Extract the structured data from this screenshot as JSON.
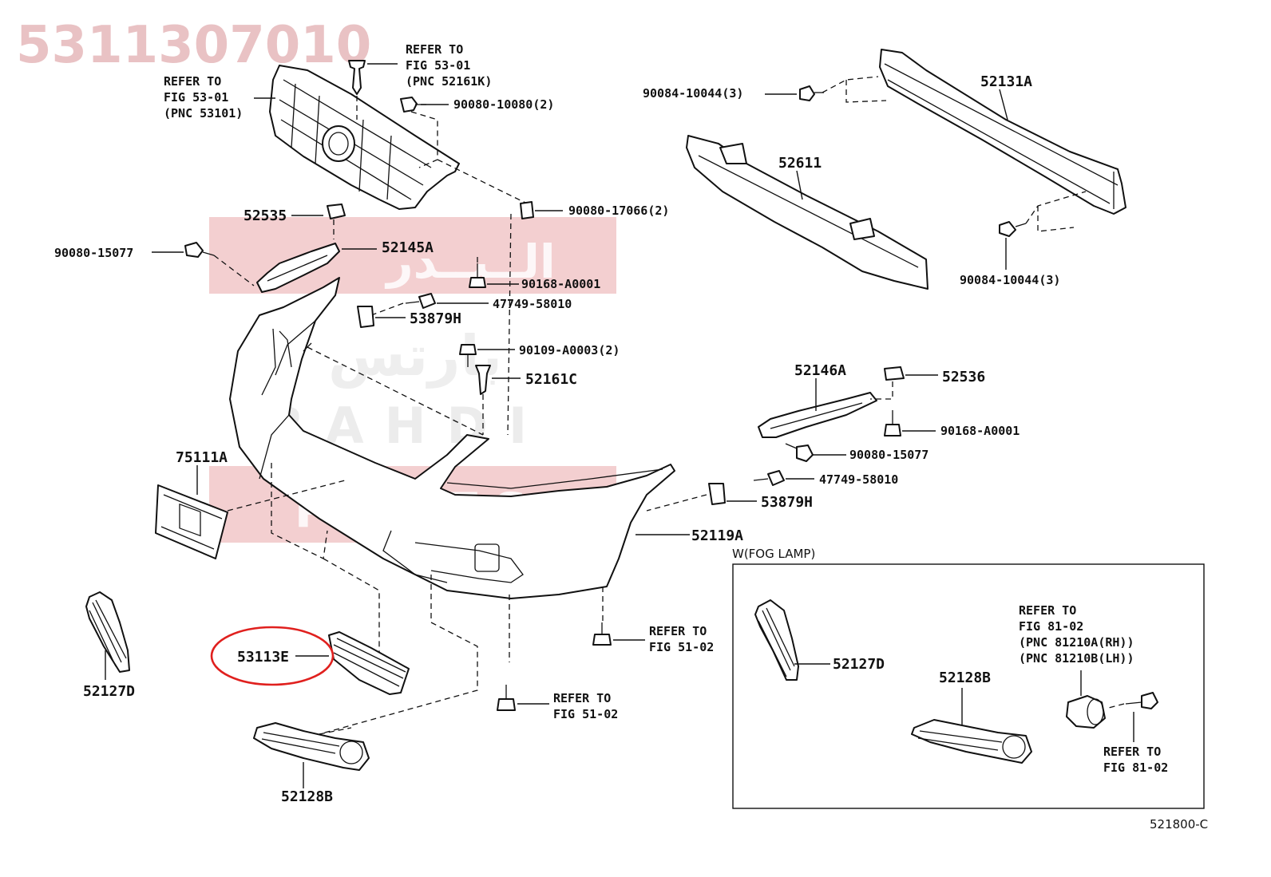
{
  "watermark": {
    "part_number": "5311307010",
    "brand_en_1": "RAHDI",
    "brand_en_2": "PARTS",
    "brand_ar_1": "الــبــدر",
    "brand_ar_2": "بارتس"
  },
  "highlight": {
    "part": "53113E",
    "color": "#e0201e"
  },
  "refs": {
    "grille_ref": [
      "REFER TO",
      "FIG 53-01",
      "(PNC 53101)"
    ],
    "clip_ref": [
      "REFER TO",
      "FIG 53-01",
      "(PNC 52161K)"
    ],
    "bolt_ref_right": [
      "REFER TO",
      "FIG 51-02"
    ],
    "bolt_ref_bottom": [
      "REFER TO",
      "FIG 51-02"
    ],
    "fog_switch_ref": [
      "REFER TO",
      "FIG 81-02",
      "(PNC 81210A(RH))",
      "(PNC 81210B(LH))"
    ],
    "fog_bolt_ref": [
      "REFER TO",
      "FIG 81-02"
    ]
  },
  "labels": {
    "p90080_10080": "90080-10080(2)",
    "p90084_10044_top": "90084-10044(3)",
    "p52131a": "52131A",
    "p52611": "52611",
    "p90080_17066": "90080-17066(2)",
    "p52535": "52535",
    "p90080_15077_left": "90080-15077",
    "p52145a": "52145A",
    "p90168_a0001_left": "90168-A0001",
    "p90084_10044_bottom": "90084-10044(3)",
    "p47749_58010_left": "47749-58010",
    "p53879h_left": "53879H",
    "p90109_a0003": "90109-A0003(2)",
    "p52161c": "52161C",
    "p52146a": "52146A",
    "p52536": "52536",
    "p90168_a0001_right": "90168-A0001",
    "p90080_15077_right": "90080-15077",
    "p75111a": "75111A",
    "p47749_58010_right": "47749-58010",
    "p53879h_right": "53879H",
    "p52119a": "52119A",
    "p52127d_left": "52127D",
    "p53113e": "53113E",
    "p52128b_left": "52128B",
    "p52127d_fog": "52127D",
    "p52128b_fog": "52128B"
  },
  "fog_box_title": "W(FOG LAMP)",
  "diagram_code": "521800-C"
}
